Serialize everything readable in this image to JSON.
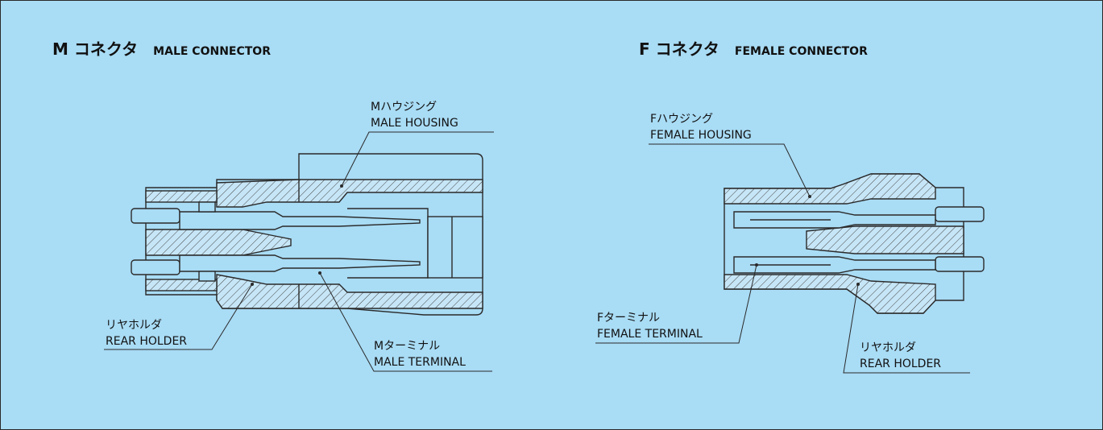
{
  "male": {
    "title_jp": "M コネクタ",
    "title_en": "MALE CONNECTOR",
    "housing": {
      "jp": "Mハウジング",
      "en": "MALE HOUSING"
    },
    "rear_holder": {
      "jp": "リヤホルダ",
      "en": "REAR HOLDER"
    },
    "terminal": {
      "jp": "Mターミナル",
      "en": "MALE TERMINAL"
    }
  },
  "female": {
    "title_jp": "F コネクタ",
    "title_en": "FEMALE CONNECTOR",
    "housing": {
      "jp": "Fハウジング",
      "en": "FEMALE HOUSING"
    },
    "terminal": {
      "jp": "Fターミナル",
      "en": "FEMALE TERMINAL"
    },
    "rear_holder": {
      "jp": "リヤホルダ",
      "en": "REAR HOLDER"
    }
  },
  "colors": {
    "background": "#a9dcf5",
    "line": "#2a2a2a",
    "part_fill": "#c6e6f7"
  }
}
